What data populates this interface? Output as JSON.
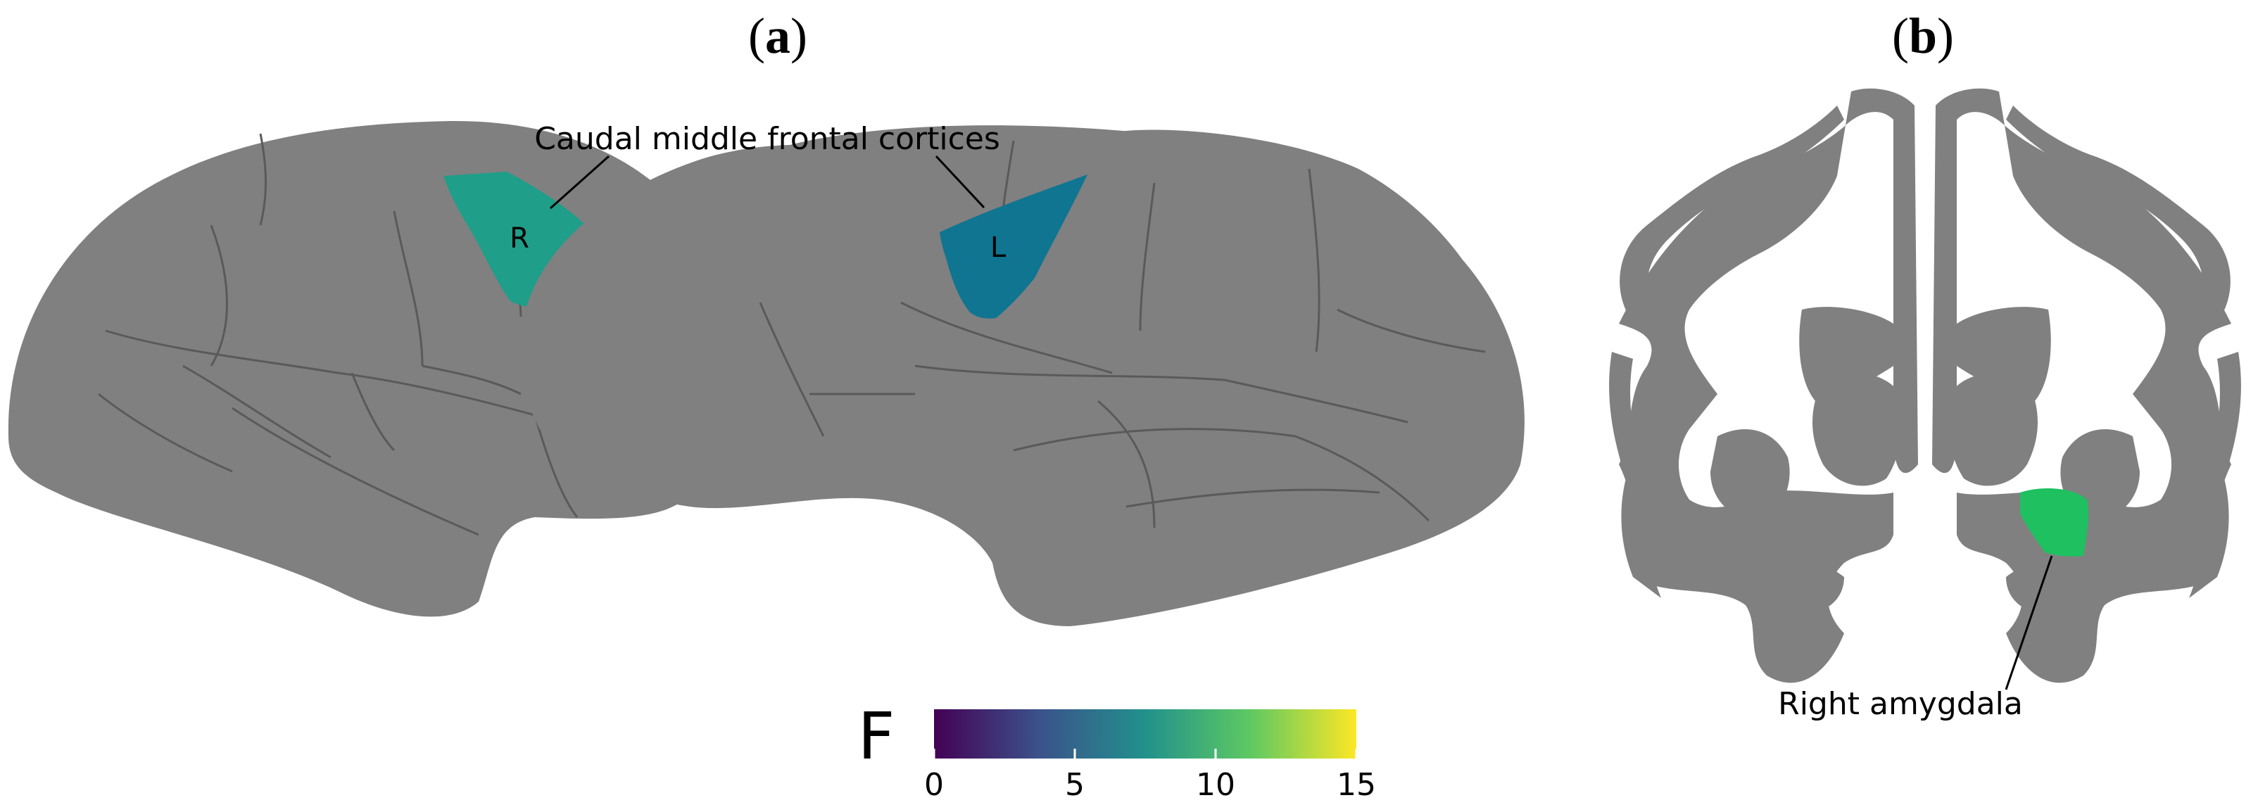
{
  "panels": {
    "a": {
      "open": "(",
      "letter": "a",
      "close": ")"
    },
    "b": {
      "open": "(",
      "letter": "b",
      "close": ")"
    }
  },
  "annotations": {
    "cortex_label": "Caudal middle frontal cortices",
    "right_hemi_marker": "R",
    "left_hemi_marker": "L",
    "amygdala_label": "Right amygdala"
  },
  "colorbar": {
    "title": "F",
    "min": 0,
    "max": 15,
    "ticks": [
      "0",
      "5",
      "10",
      "15"
    ],
    "tick_values": [
      0,
      5,
      10,
      15
    ],
    "colormap": "viridis",
    "stops": [
      "#440154",
      "#3b528b",
      "#21918c",
      "#5ec962",
      "#fde725"
    ]
  },
  "colors": {
    "cortex_gray": "#808080",
    "right_region": "#1f9e89",
    "left_region": "#0f7591",
    "amygdala": "#1ec060"
  }
}
